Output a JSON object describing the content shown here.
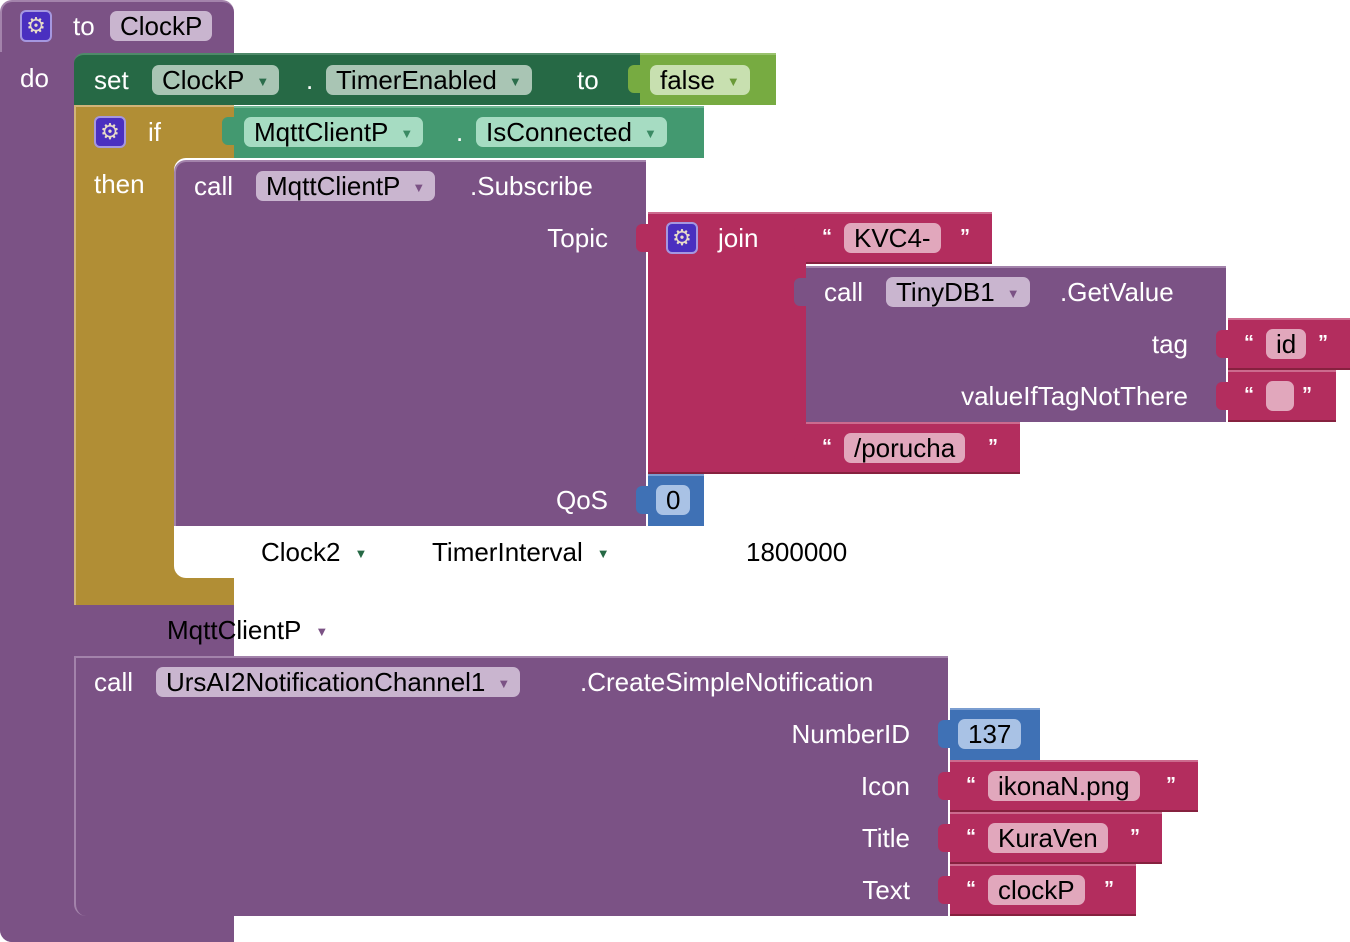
{
  "procedure": {
    "keyword_to": "to",
    "name": "ClockP",
    "keyword_do": "do"
  },
  "set_block": {
    "keyword_set": "set",
    "component": "ClockP",
    "dot": ".",
    "property": "TimerEnabled",
    "keyword_to": "to",
    "value": "false"
  },
  "if_block": {
    "keyword_if": "if",
    "keyword_then": "then",
    "condition": {
      "component": "MqttClientP",
      "dot": ".",
      "property": "IsConnected"
    }
  },
  "subscribe_call": {
    "keyword_call": "call",
    "component": "MqttClientP",
    "method": ".Subscribe",
    "params": {
      "topic_label": "Topic",
      "qos_label": "QoS",
      "qos_value": "0"
    },
    "join": {
      "keyword_join": "join",
      "item1": "KVC4-",
      "item3": "/porucha",
      "getvalue": {
        "keyword_call": "call",
        "component": "TinyDB1",
        "method": ".GetValue",
        "tag_label": "tag",
        "tag_value": "id",
        "default_label": "valueIfTagNotThere",
        "default_value": ""
      }
    }
  },
  "ghost_set": {
    "component": "Clock2",
    "property": "TimerInterval",
    "value": "1800000"
  },
  "ghost_component": {
    "component": "MqttClientP"
  },
  "notification_call": {
    "keyword_call": "call",
    "component": "UrsAI2NotificationChannel1",
    "method": ".CreateSimpleNotification",
    "params": [
      {
        "label": "NumberID",
        "value": "137",
        "type": "number"
      },
      {
        "label": "Icon",
        "value": "ikonaN.png",
        "type": "text"
      },
      {
        "label": "Title",
        "value": "KuraVen",
        "type": "text"
      },
      {
        "label": "Text",
        "value": "clockP",
        "type": "text"
      }
    ]
  },
  "icons": {
    "gear": "⚙",
    "dropdown": "▼",
    "open_quote": "“",
    "close_quote": "”"
  }
}
